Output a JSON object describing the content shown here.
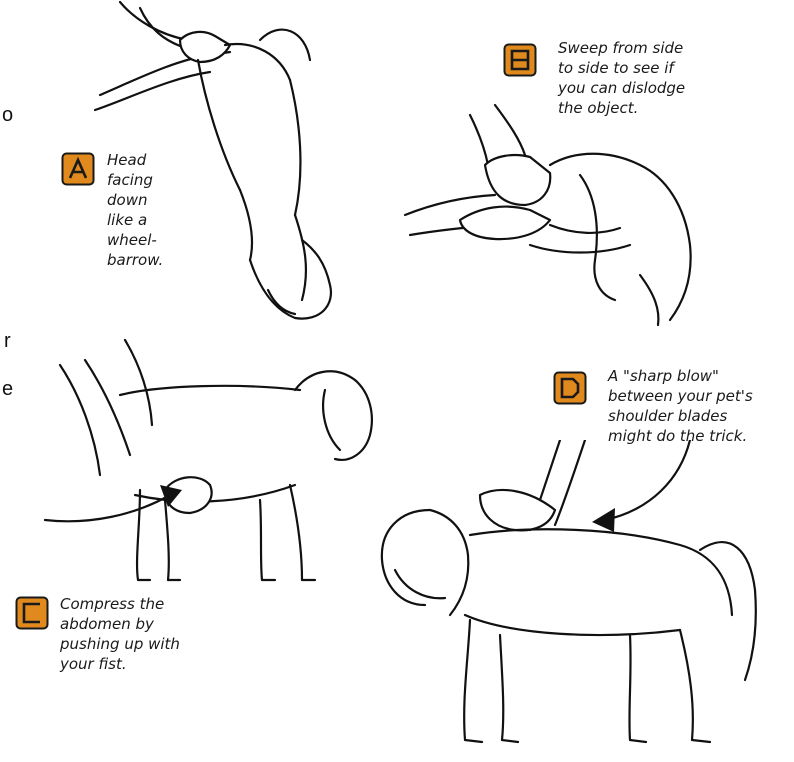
{
  "colors": {
    "badge_fill": "#E08A1E",
    "badge_stroke": "#1a1a1a",
    "ink": "#111111"
  },
  "page_edge_marks": [
    "o",
    "r",
    "e"
  ],
  "panels": [
    {
      "letter": "A",
      "caption": "Head\nfacing\ndown\nlike a\nwheel-\nbarrow."
    },
    {
      "letter": "B",
      "caption": "Sweep from side\nto side to see if\nyou can dislodge\nthe object."
    },
    {
      "letter": "C",
      "caption": "Compress the\nabdomen by\npushing up with\nyour fist."
    },
    {
      "letter": "D",
      "caption": "A \"sharp blow\"\nbetween your pet's\nshoulder blades\nmight do the trick."
    }
  ]
}
